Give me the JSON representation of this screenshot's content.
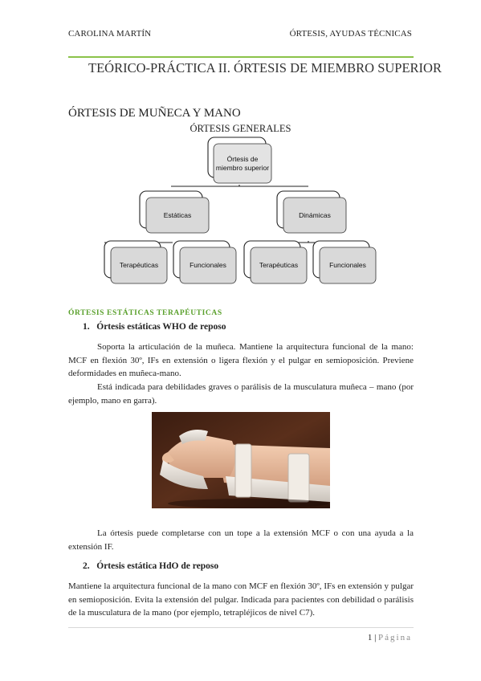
{
  "header": {
    "author": "CAROLINA MARTÍN",
    "subject": "ÓRTESIS, AYUDAS TÉCNICAS"
  },
  "title": "TEÓRICO-PRÁCTICA II. ÓRTESIS DE MIEMBRO SUPERIOR",
  "section": "ÓRTESIS DE MUÑECA Y MANO",
  "diagram": {
    "title": "ÓRTESIS GENERALES",
    "root": "Órtesis de miembro superior",
    "branches": [
      {
        "label": "Estáticas",
        "children": [
          "Terapéuticas",
          "Funcionales"
        ]
      },
      {
        "label": "Dinámicas",
        "children": [
          "Terapéuticas",
          "Funcionales"
        ]
      }
    ]
  },
  "subsection": "ÓRTESIS ESTÁTICAS TERAPÉUTICAS",
  "items": [
    {
      "heading": "1.   Órtesis estáticas WHO de reposo",
      "paragraphs": [
        "Soporta la articulación de la muñeca. Mantiene la arquitectura funcional de la mano: MCF en flexión 30º, IFs en extensión o ligera flexión y el pulgar en semioposición. Previene deformidades en muñeca-mano.",
        "Está indicada para debilidades graves o parálisis de la musculatura muñeca – mano (por ejemplo, mano en garra).",
        "La órtesis puede completarse con un tope a la extensión MCF o con una ayuda a la extensión IF."
      ]
    },
    {
      "heading": "2.   Órtesis estática HdO de reposo",
      "paragraphs": [
        "Mantiene la arquitectura funcional de la mano con MCF en flexión 30º, IFs en extensión y pulgar en semioposición. Evita la extensión del pulgar. Indicada para pacientes con debilidad o parálisis de la musculatura de la mano (por ejemplo, tetrapléjicos de nivel C7)."
      ]
    }
  ],
  "footer": {
    "page_number": "1",
    "separator": "|",
    "page_word": "Página"
  }
}
